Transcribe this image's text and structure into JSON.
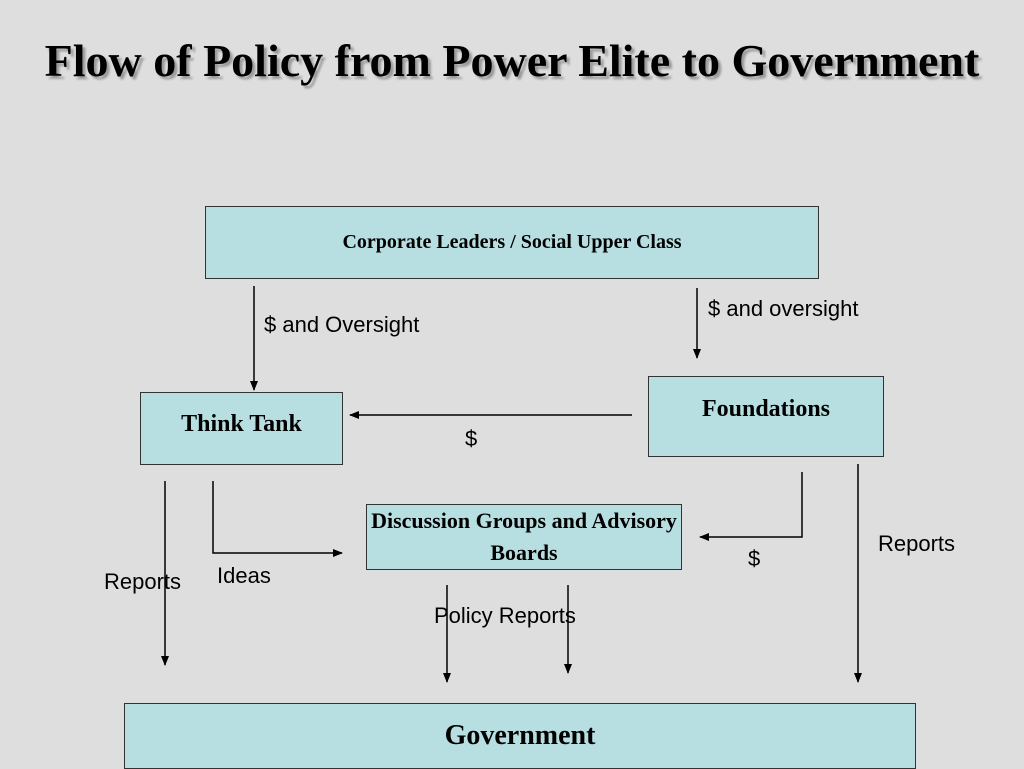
{
  "title": "Flow of Policy from Power Elite to Government",
  "nodes": {
    "corporate": "Corporate Leaders / Social Upper Class",
    "think_tank": "Think Tank",
    "foundations": "Foundations",
    "discussion": "Discussion Groups and Advisory Boards",
    "government": "Government"
  },
  "edges": {
    "corp_to_think": "$ and Oversight",
    "corp_to_found": "$ and oversight",
    "found_to_think": "$",
    "found_to_disc": "$",
    "think_to_disc": "Ideas",
    "think_to_gov": "Reports",
    "found_to_gov": "Reports",
    "disc_to_gov": "Policy Reports"
  }
}
